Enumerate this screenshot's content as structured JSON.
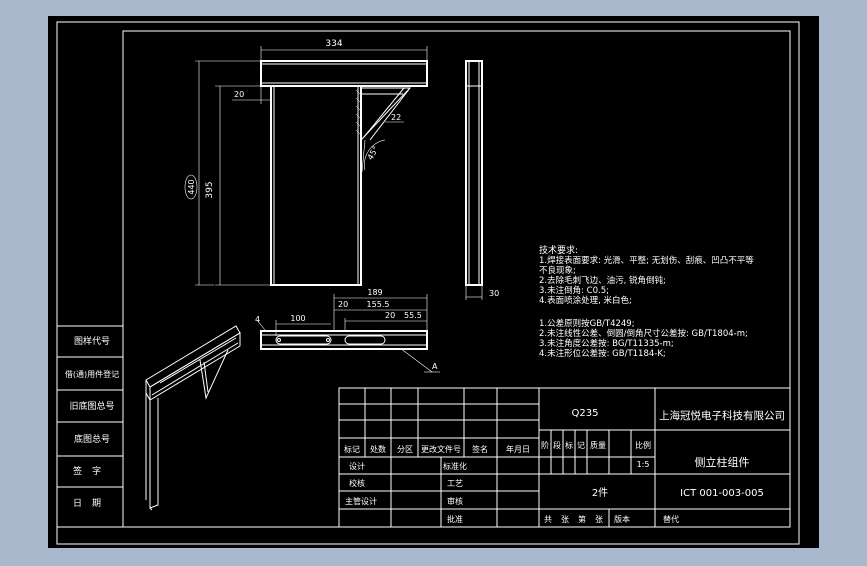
{
  "dimensions": {
    "top_width": "334",
    "left_offset": "20",
    "height_inner": "395",
    "height_total": "440",
    "brace_leg": "22",
    "angle": "45°",
    "side_thickness": "30",
    "plan_length": "189",
    "plan_a": "100",
    "plan_b": "20",
    "plan_c": "155.5",
    "plan_d": "20",
    "plan_e": "55.5",
    "plan_left": "4",
    "section_mark": "A"
  },
  "technical_notes": {
    "heading": "技术要求:",
    "lines": [
      "1.焊接表面要求: 光滑、平整; 无划伤、刮痕、凹凸不平等",
      "  不良现象;",
      "2.去除毛刺飞边、油污, 锐角倒钝;",
      "3.未注倒角: C0.5;",
      "4.表面喷涂处理, 米白色;"
    ]
  },
  "tolerance_notes": [
    "1.公差原则按GB/T4249;",
    "2.未注线性公差、倒圆/倒角尺寸公差按: GB/T1804-m;",
    "3.未注角度公差按: BG/T11335-m;",
    "4.未注形位公差按: GB/T1184-K;"
  ],
  "left_strip": [
    "图样代号",
    "借(通)用件登记",
    "旧底图总号",
    "底图总号",
    "签字",
    "日期"
  ],
  "title_block": {
    "material": "Q235",
    "company": "上海冠悦电子科技有限公司",
    "part_name": "侧立柱组件",
    "quantity": "2件",
    "drawing_number": "ICT 001-003-005",
    "scale_value": "1:5",
    "headers": [
      "标记",
      "处数",
      "分区",
      "更改文件号",
      "签名",
      "年月日"
    ],
    "stage_headers": [
      "阶",
      "段",
      "标",
      "记",
      "质量",
      "比例"
    ],
    "signatures": [
      "设计",
      "标准化",
      "校核",
      "工艺",
      "主管设计",
      "审核",
      "批准"
    ],
    "bottom": [
      "共",
      "张",
      "第",
      "张",
      "版本",
      "替代"
    ]
  }
}
